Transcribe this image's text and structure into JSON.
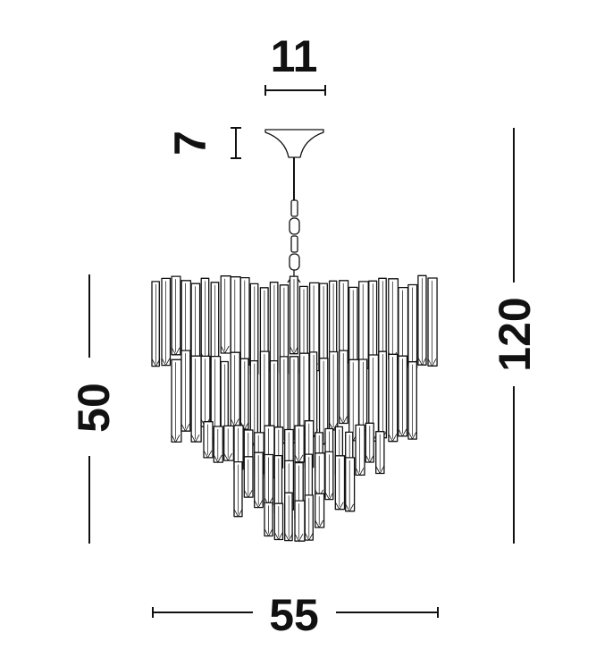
{
  "dimensions": {
    "canopy_width": "11",
    "canopy_height": "7",
    "body_height": "50",
    "total_height": "120",
    "body_width": "55"
  },
  "colors": {
    "line": "#111111",
    "background": "#ffffff"
  }
}
